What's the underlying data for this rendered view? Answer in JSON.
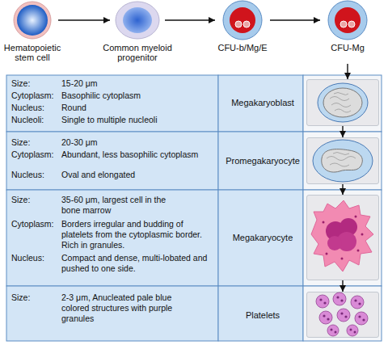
{
  "diagram": {
    "nodes": [
      {
        "text": [
          "Hematopoietic stem cell"
        ]
      },
      {
        "text": [
          "Common myeloid progenitor"
        ]
      },
      {
        "text": [
          "CFU-b/Mg/E"
        ]
      },
      {
        "text": [
          "CFU-Mg"
        ]
      },
      {
        "text": [
          "Megakaryoblast"
        ]
      },
      {
        "text": [
          "Promegakaryocyte"
        ]
      },
      {
        "text": [
          "Megakaryocyte"
        ]
      },
      {
        "text": [
          "Platelets"
        ]
      }
    ],
    "edges": [
      {
        "from": 0,
        "to": 1,
        "arrow": "to"
      },
      {
        "from": 1,
        "to": 2,
        "arrow": "to"
      },
      {
        "from": 2,
        "to": 3,
        "arrow": "to"
      },
      {
        "from": 3,
        "to": 4,
        "arrow": "to"
      },
      {
        "from": 4,
        "to": 5,
        "arrow": "to"
      },
      {
        "from": 5,
        "to": 6,
        "arrow": "to"
      },
      {
        "from": 6,
        "to": 7,
        "arrow": "to"
      }
    ],
    "labels": [
      "Size:",
      "15-20 μm",
      "Cytoplasm:",
      "Basophilic cytoplasm",
      "Nucleus:",
      "Round",
      "Nucleoli:",
      "Single to multiple nucleoli",
      "Size:",
      "20-30 μm",
      "Cytoplasm:",
      "Abundant, less basophilic cytoplasm",
      "Nucleus:",
      "Oval and elongated",
      "Size:",
      "35-60 μm, largest cell in the bone marrow",
      "Cytoplasm:",
      "Borders irregular and budding of platelets from the cytoplasmic border. Rich in granules.",
      "Nucleus:",
      "Compact and dense, multi-lobated and pushed to one side.",
      "Size:",
      "2-3 μm, Anucleated pale blue colored structures with purple granules"
    ]
  }
}
